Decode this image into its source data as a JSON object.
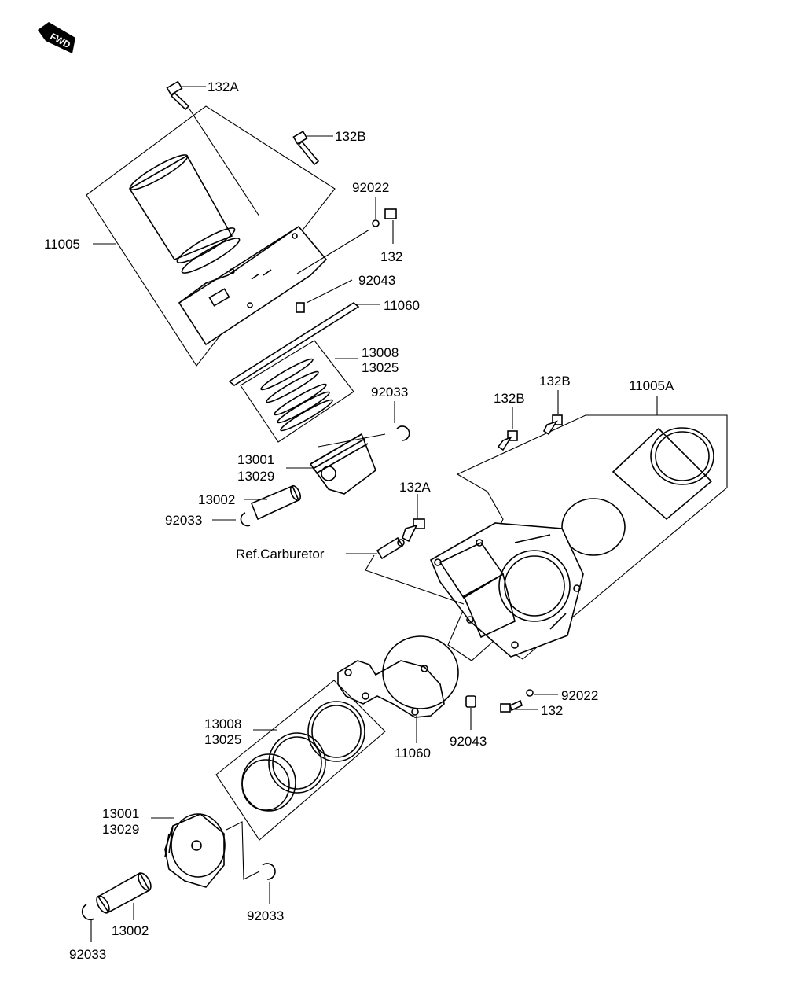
{
  "fwd_badge": "FWD",
  "labels": {
    "l_132A_top": "132A",
    "l_132B_top": "132B",
    "l_92022_top": "92022",
    "l_11005": "11005",
    "l_132_top": "132",
    "l_92043_top": "92043",
    "l_11060_top": "11060",
    "l_13008_top": "13008",
    "l_13025_top": "13025",
    "l_92033_a": "92033",
    "l_13001_top": "13001",
    "l_13029_top": "13029",
    "l_13002_top": "13002",
    "l_92033_b": "92033",
    "l_132B_r1": "132B",
    "l_132B_r2": "132B",
    "l_11005A": "11005A",
    "l_132A_mid": "132A",
    "l_ref_carb": "Ref.Carburetor",
    "l_92022_bot": "92022",
    "l_132_bot": "132",
    "l_92043_bot": "92043",
    "l_11060_bot": "11060",
    "l_13008_bot": "13008",
    "l_13025_bot": "13025",
    "l_13001_bot": "13001",
    "l_13029_bot": "13029",
    "l_92033_c": "92033",
    "l_13002_bot": "13002",
    "l_92033_d": "92033"
  }
}
